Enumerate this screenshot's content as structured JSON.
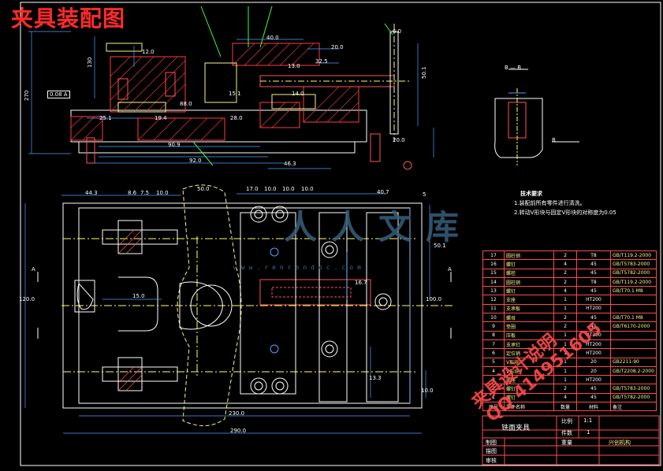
{
  "drawing": {
    "title": "夹具装配图",
    "fixture_name": "铣面夹具",
    "scale_label": "比例",
    "scale_value": "1:1",
    "qty_label": "件数",
    "qty_value": "1",
    "weight_label": "重量",
    "drawn_label": "制图",
    "design_label": "描图",
    "check_label": "审核",
    "org": "兴创机构"
  },
  "technical_notes": {
    "heading": "技术要求",
    "items": [
      "1.装配前所有零件进行清洗。",
      "2.转动V形块与固定V形块的对称度为0.05"
    ]
  },
  "bom": {
    "header": [
      "序号",
      "零件名称",
      "数量",
      "材料",
      "备注"
    ],
    "rows": [
      [
        "17",
        "圆柱销",
        "2",
        "T8",
        "GB/T119.2-2000"
      ],
      [
        "16",
        "螺钉",
        "4",
        "45",
        "GB/T5783-2000"
      ],
      [
        "15",
        "螺栓",
        "2",
        "45",
        "GB/T5782-2000"
      ],
      [
        "14",
        "圆柱销",
        "2",
        "T8",
        "GB/T119.2-2000"
      ],
      [
        "13",
        "螺钉",
        "4",
        "45",
        "GB/T70.1 M8"
      ],
      [
        "12",
        "支座",
        "1",
        "HT200",
        ""
      ],
      [
        "11",
        "支承板",
        "1",
        "HT200",
        ""
      ],
      [
        "10",
        "螺母",
        "2",
        "45",
        "GB/T70.1 M8"
      ],
      [
        "9",
        "垫圈",
        "2",
        "45",
        "GB/T6170-2000"
      ],
      [
        "8",
        "压板",
        "1",
        "HT200",
        ""
      ],
      [
        "7",
        "支承钉",
        "1",
        "HT200",
        ""
      ],
      [
        "6",
        "定位销",
        "1",
        "HT200",
        ""
      ],
      [
        "5",
        "V形块",
        "1",
        "20",
        "GB2211-90"
      ],
      [
        "4",
        "V形块",
        "1",
        "20",
        "GB/T2208.2-2000"
      ],
      [
        "3",
        "底座",
        "1",
        "HT200",
        ""
      ],
      [
        "2",
        "螺钉",
        "2",
        "45",
        "GB/T5783-2000"
      ],
      [
        "1",
        "螺钉",
        "4",
        "45",
        "GB/T5782-2000"
      ]
    ]
  },
  "section_labels": {
    "bb": "B — B",
    "b_arrow": "B",
    "a_left": "A",
    "a_right": "A",
    "marker_5": "5"
  },
  "top_view_dims": [
    "40.0",
    "20.0",
    "32.5",
    "25.1",
    "90.9",
    "92.0",
    "88.0",
    "46.3",
    "14.0",
    "15.1",
    "19.4",
    "28.0",
    "13.0",
    "20.0",
    "12.0",
    "6.0"
  ],
  "plan_view_dims": [
    "44.3",
    "8.6",
    "7.5",
    "10.0",
    "50.0",
    "17.0",
    "10.0",
    "10.0",
    "10.0",
    "40.7",
    "15.0",
    "230.0",
    "290.0",
    "120.0",
    "100.0",
    "13.3",
    "16.7",
    "50.1",
    "10.0"
  ],
  "side_dims": [
    "270",
    "130",
    "50.1"
  ],
  "tolerance": "0.08 A",
  "watermarks": {
    "logo": "人人文库",
    "url": "www.renrendoc.com",
    "red1": "夹具设计说明",
    "red2": "QQ 414951605"
  },
  "colors": {
    "background": "#000000",
    "outline": "#ffffff",
    "dims": "#4aa3ff",
    "centerline": "#ffff66",
    "hatch": "#ff3b3b",
    "parts": "#ff5555",
    "green": "#3cff4a"
  }
}
